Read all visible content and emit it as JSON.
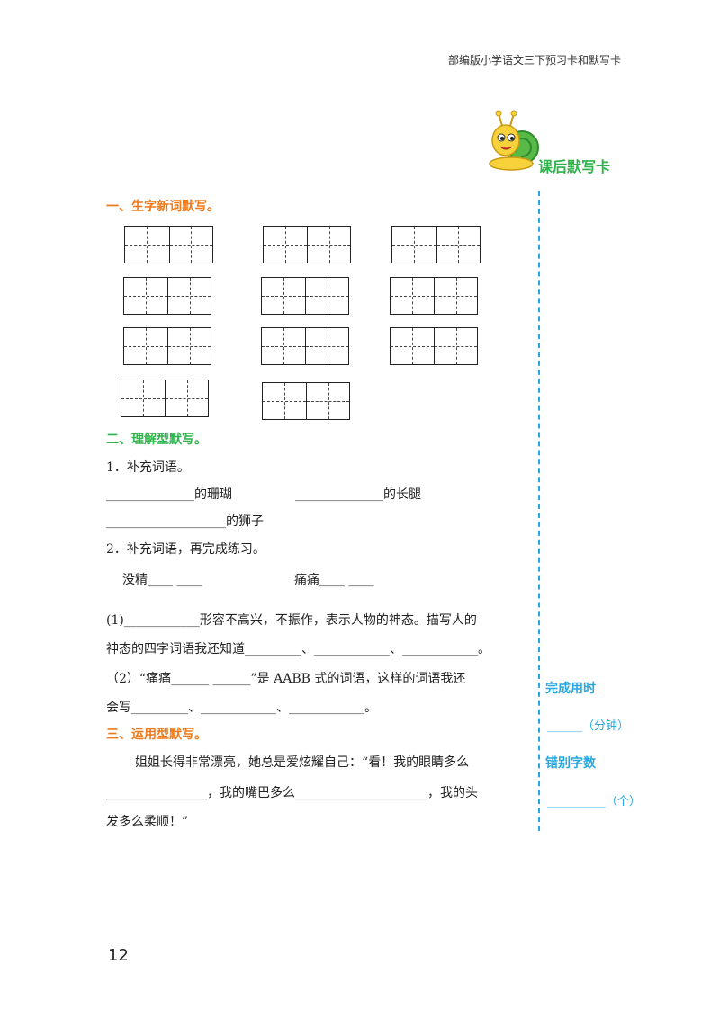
{
  "header": {
    "title": "部编版小学语文三下预习卡和默写卡"
  },
  "card": {
    "title": "课后默写卡"
  },
  "section1": {
    "title": "一、生字新词默写。"
  },
  "section2": {
    "title": "二、理解型默写。",
    "q1_label": "1．补充词语。",
    "q1_line1a": "______________的珊瑚",
    "q1_line1b": "______________的长腿",
    "q1_line2": "___________________的狮子",
    "q2_label": "2．补充词语，再完成练习。",
    "q2_word1": "没精____ ____",
    "q2_word2": "痛痛____ ____",
    "p1_line1": "(1)____________形容不高兴，不振作，表示人物的神态。描写人的",
    "p1_line2": "神态的四字词语我还知道_________、____________、____________。",
    "p2_line1": "（2）“痛痛______ ______”是 AABB 式的词语，这样的词语我还",
    "p2_line2": "会写_________、____________、____________。"
  },
  "section3": {
    "title": "三、运用型默写。",
    "line1": "姐姐长得非常漂亮，她总是爱炫耀自己：“看！我的眼睛多么",
    "line2": "________________，我的嘴巴多么_____________________，我的头",
    "line3": "发多么柔顺！”"
  },
  "sidebar": {
    "time_label": "完成用时",
    "time_unit": "______（分钟）",
    "error_label": "错别字数",
    "error_unit": "__________（个）"
  },
  "footer": {
    "page_number": "12"
  },
  "colors": {
    "orange": "#f07a1a",
    "green": "#2db34a",
    "blue": "#29a8e0"
  },
  "icons": {
    "mascot": "snail-mascot-icon"
  }
}
